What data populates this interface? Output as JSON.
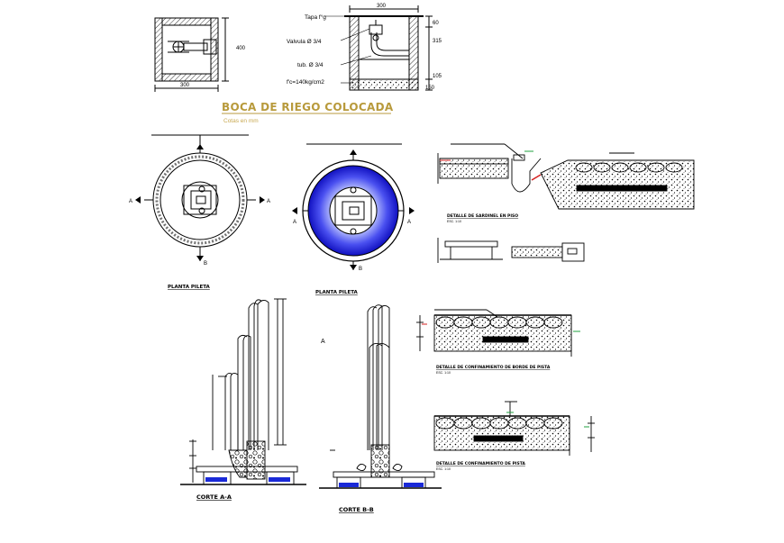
{
  "sheet": {
    "title": "BOCA DE RIEGO COLOCADA",
    "subtitle": "Cotas en mm",
    "colors": {
      "title": "#b89a3c",
      "subtitle": "#c8a850",
      "line": "#000000",
      "pool_blue": "#2222dd",
      "pool_light": "#aab8ff",
      "water": "#1a2ad8",
      "accent_red": "#d42020",
      "accent_green": "#20a040"
    }
  },
  "box_detail": {
    "dim_width": "300",
    "dim_height": "400"
  },
  "section_detail": {
    "dim_top": "300",
    "dim_right_a": "60",
    "dim_right_b": "315",
    "dim_right_c": "105",
    "dim_bottom": "150",
    "label_tapa": "Tapa  f°g",
    "label_valvula": "Valvula  Ø 3/4",
    "label_tub": "tub. Ø 3/4",
    "label_fc": "f'c=140kg/cm2"
  },
  "plan_views": {
    "left_caption": "PLANTA PILETA",
    "right_caption": "PLANTA PILETA",
    "mark_a": "A",
    "mark_b": "B"
  },
  "sections": {
    "left_caption": "CORTE A-A",
    "right_caption": "CORTE B-B",
    "mid_mark": "A"
  },
  "details": {
    "top_caption": "DETALLE DE SARDINEL EN PISO",
    "mid_caption": "DETALLE DE CONFINAMIENTO DE BORDE DE PISTA",
    "low_caption": "DETALLE DE CONFINAMIENTO DE PISTA",
    "scale": "ESC. 1:10"
  }
}
